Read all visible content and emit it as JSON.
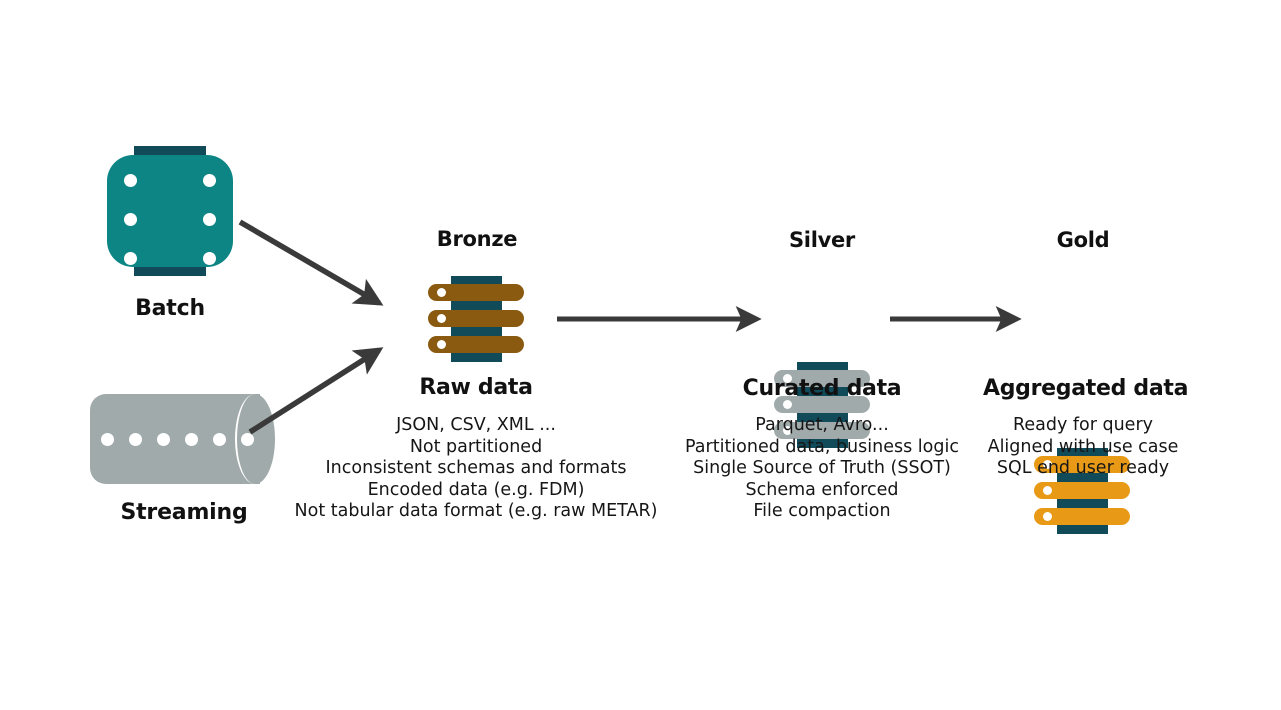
{
  "diagram": {
    "title_present": false,
    "background": "#ffffff",
    "colors": {
      "teal": "#0e8585",
      "dark_teal": "#114b5a",
      "grey": "#a1aaaa",
      "bronze": "#8a5a10",
      "silver": "#a1aaaa",
      "gold": "#e89a17",
      "arrow": "#3a3a3a",
      "text": "#111111"
    }
  },
  "sources": [
    {
      "id": "batch",
      "label": "Batch",
      "icon": "hard-drive-icon"
    },
    {
      "id": "streaming",
      "label": "Streaming",
      "icon": "stream-cylinder-icon"
    }
  ],
  "stages": [
    {
      "id": "bronze",
      "heading": "Bronze",
      "subheading": "Raw data",
      "icon": "server-stack-icon",
      "bar_color": "#8a5a10",
      "bullets": [
        "JSON, CSV, XML ...",
        "Not partitioned",
        "Inconsistent schemas and formats",
        "Encoded data (e.g. FDM)",
        "Not tabular data format (e.g. raw METAR)"
      ]
    },
    {
      "id": "silver",
      "heading": "Silver",
      "subheading": "Curated data",
      "icon": "server-stack-icon",
      "bar_color": "#a1aaaa",
      "bullets": [
        "Parquet, Avro...",
        "Partitioned data, business logic",
        "Single Source of Truth (SSOT)",
        "Schema enforced",
        "File compaction"
      ]
    },
    {
      "id": "gold",
      "heading": "Gold",
      "subheading": "Aggregated data",
      "icon": "server-stack-icon",
      "bar_color": "#e89a17",
      "bullets": [
        "Ready for query",
        "Aligned with use case",
        "SQL end user ready"
      ]
    }
  ],
  "arrows": [
    {
      "id": "batch-to-bronze",
      "from": "batch",
      "to": "bronze",
      "style": "diagonal-down-right"
    },
    {
      "id": "streaming-to-bronze",
      "from": "streaming",
      "to": "bronze",
      "style": "diagonal-up-right"
    },
    {
      "id": "bronze-to-silver",
      "from": "bronze",
      "to": "silver",
      "style": "horizontal-right"
    },
    {
      "id": "silver-to-gold",
      "from": "silver",
      "to": "gold",
      "style": "horizontal-right"
    }
  ]
}
